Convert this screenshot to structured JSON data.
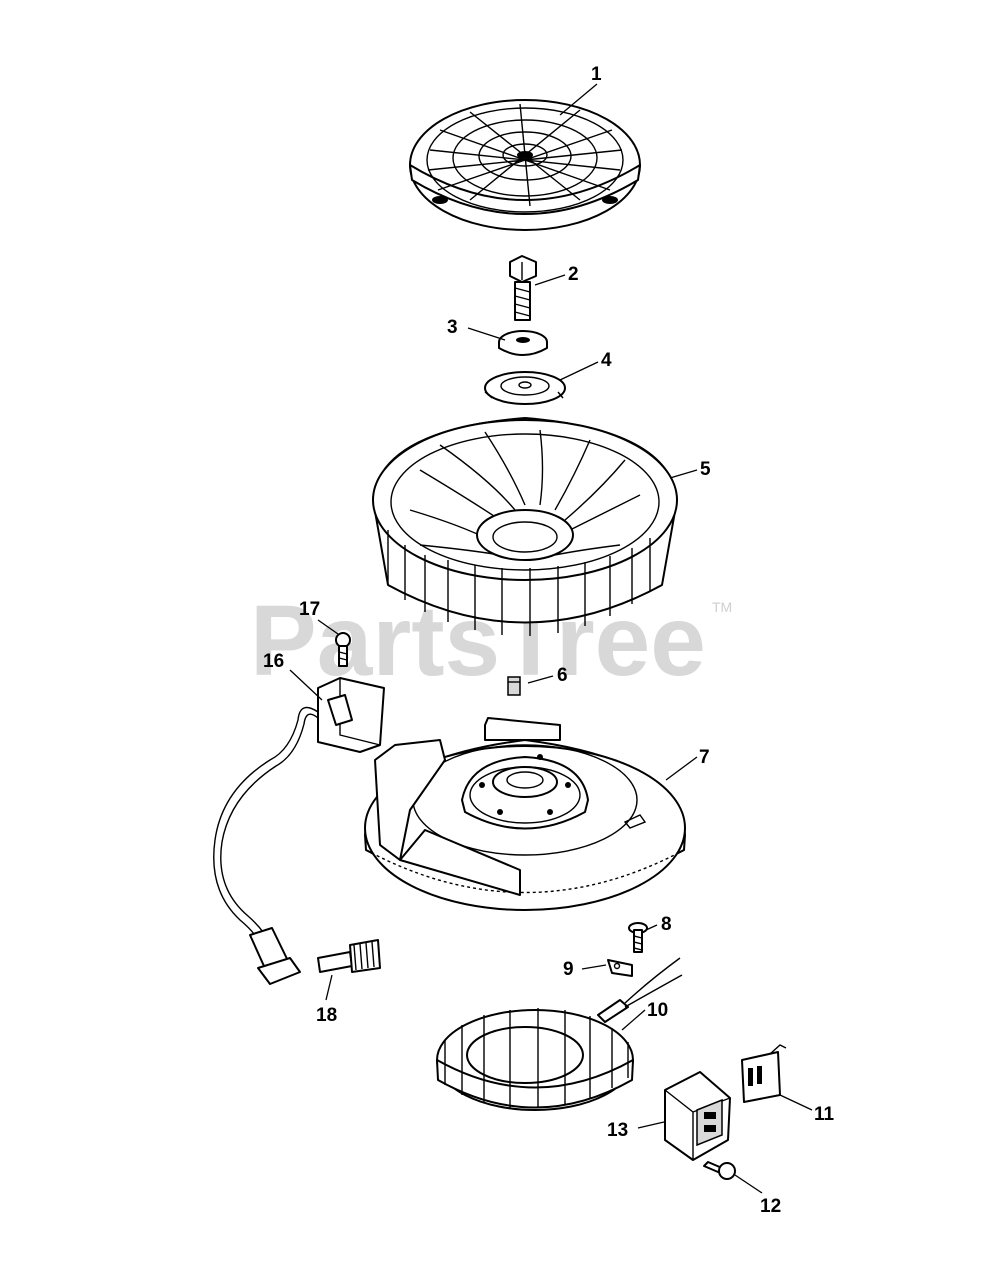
{
  "watermark": {
    "text": "PartsTree",
    "tm": "TM"
  },
  "callouts": [
    {
      "id": "1",
      "label": "1"
    },
    {
      "id": "2",
      "label": "2"
    },
    {
      "id": "3",
      "label": "3"
    },
    {
      "id": "4",
      "label": "4"
    },
    {
      "id": "5",
      "label": "5"
    },
    {
      "id": "6",
      "label": "6"
    },
    {
      "id": "7",
      "label": "7"
    },
    {
      "id": "8",
      "label": "8"
    },
    {
      "id": "9",
      "label": "9"
    },
    {
      "id": "10",
      "label": "10"
    },
    {
      "id": "11",
      "label": "11"
    },
    {
      "id": "12",
      "label": "12"
    },
    {
      "id": "13",
      "label": "13"
    },
    {
      "id": "16",
      "label": "16"
    },
    {
      "id": "17",
      "label": "17"
    },
    {
      "id": "18",
      "label": "18"
    }
  ]
}
